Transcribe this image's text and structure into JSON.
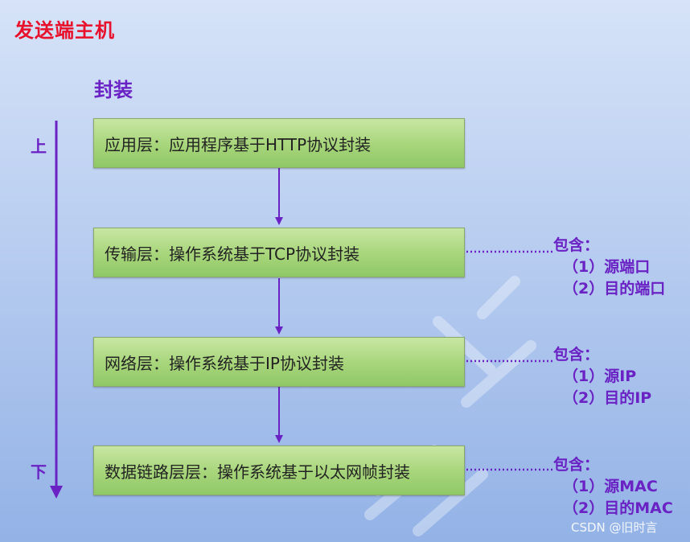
{
  "title": "发送端主机",
  "subtitle": "封装",
  "direction": {
    "top": "上",
    "bottom": "下"
  },
  "layers": [
    {
      "text": "应用层：应用程序基于HTTP协议封装"
    },
    {
      "text": "传输层：操作系统基于TCP协议封装"
    },
    {
      "text": "网络层：操作系统基于IP协议封装"
    },
    {
      "text": "数据链路层层：操作系统基于以太网帧封装"
    }
  ],
  "contains": [
    {
      "heading": "包含：",
      "items": [
        "（1）源端口",
        "（2）目的端口"
      ]
    },
    {
      "heading": "包含：",
      "items": [
        "（1）源IP",
        "（2）目的IP"
      ]
    },
    {
      "heading": "包含：",
      "items": [
        "（1）源MAC",
        "（2）目的MAC"
      ]
    }
  ],
  "watermark": "CSDN @旧时言",
  "colors": {
    "title": "#e8102a",
    "accent_purple": "#6a22c4",
    "box_green": "#a7d57a",
    "background": "#b8cdf0"
  }
}
